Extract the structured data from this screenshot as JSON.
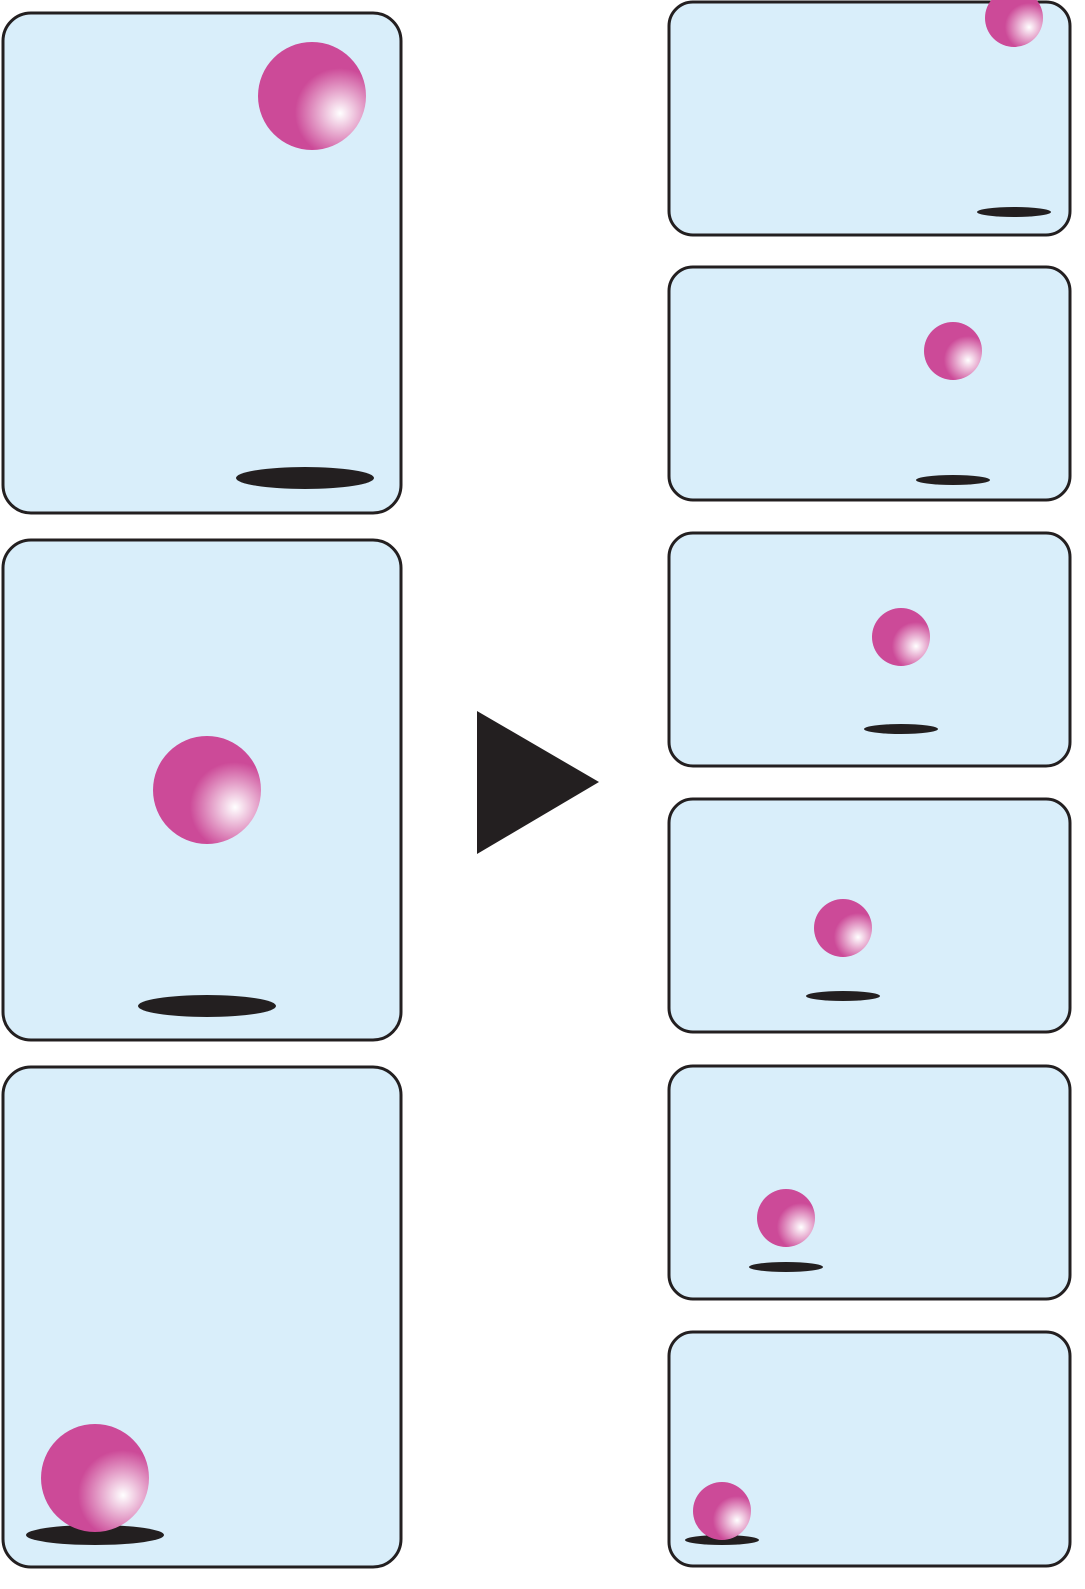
{
  "colors": {
    "frame_fill": "#d9eefa",
    "frame_stroke": "#231f20",
    "ball": "#cc4a98",
    "ball_highlight": "#ffffff",
    "shadow": "#231f20",
    "arrow": "#231f20",
    "background": "#ffffff"
  },
  "arrow": {
    "icon": "play-triangle-icon",
    "direction": "right"
  },
  "left_column": {
    "frame_count": 3,
    "frames": [
      {
        "name": "left-frame-1",
        "ball_position": "top-right",
        "shadow_position": "bottom-right"
      },
      {
        "name": "left-frame-2",
        "ball_position": "middle-center",
        "shadow_position": "bottom-center"
      },
      {
        "name": "left-frame-3",
        "ball_position": "bottom-left",
        "shadow_position": "bottom-left"
      }
    ]
  },
  "right_column": {
    "frame_count": 6,
    "frames": [
      {
        "name": "right-frame-1",
        "ball_position": "top-right",
        "shadow_position": "bottom-right"
      },
      {
        "name": "right-frame-2",
        "ball_position": "upper-right",
        "shadow_position": "bottom-right"
      },
      {
        "name": "right-frame-3",
        "ball_position": "center-right",
        "shadow_position": "lower-center"
      },
      {
        "name": "right-frame-4",
        "ball_position": "center",
        "shadow_position": "lower-center"
      },
      {
        "name": "right-frame-5",
        "ball_position": "lower-left",
        "shadow_position": "lower-left"
      },
      {
        "name": "right-frame-6",
        "ball_position": "bottom-left",
        "shadow_position": "bottom-left"
      }
    ]
  }
}
